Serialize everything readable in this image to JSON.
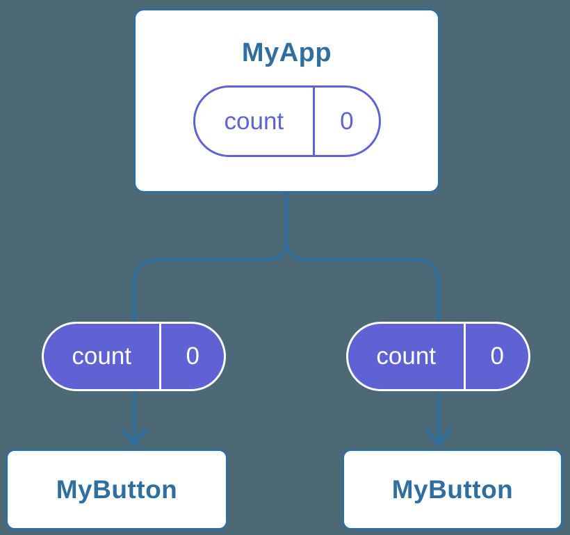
{
  "colors": {
    "background": "#4C6975",
    "line_blue": "#2F6F9F",
    "text_blue": "#2F6F9F",
    "card_bg": "#FFFFFF",
    "purple": "#5E62D2",
    "pill_text_light": "#FFFFFF"
  },
  "tree": {
    "root": {
      "title": "MyApp",
      "state": {
        "label": "count",
        "value": "0"
      }
    },
    "children": [
      {
        "title": "MyButton",
        "prop": {
          "label": "count",
          "value": "0"
        }
      },
      {
        "title": "MyButton",
        "prop": {
          "label": "count",
          "value": "0"
        }
      }
    ]
  }
}
